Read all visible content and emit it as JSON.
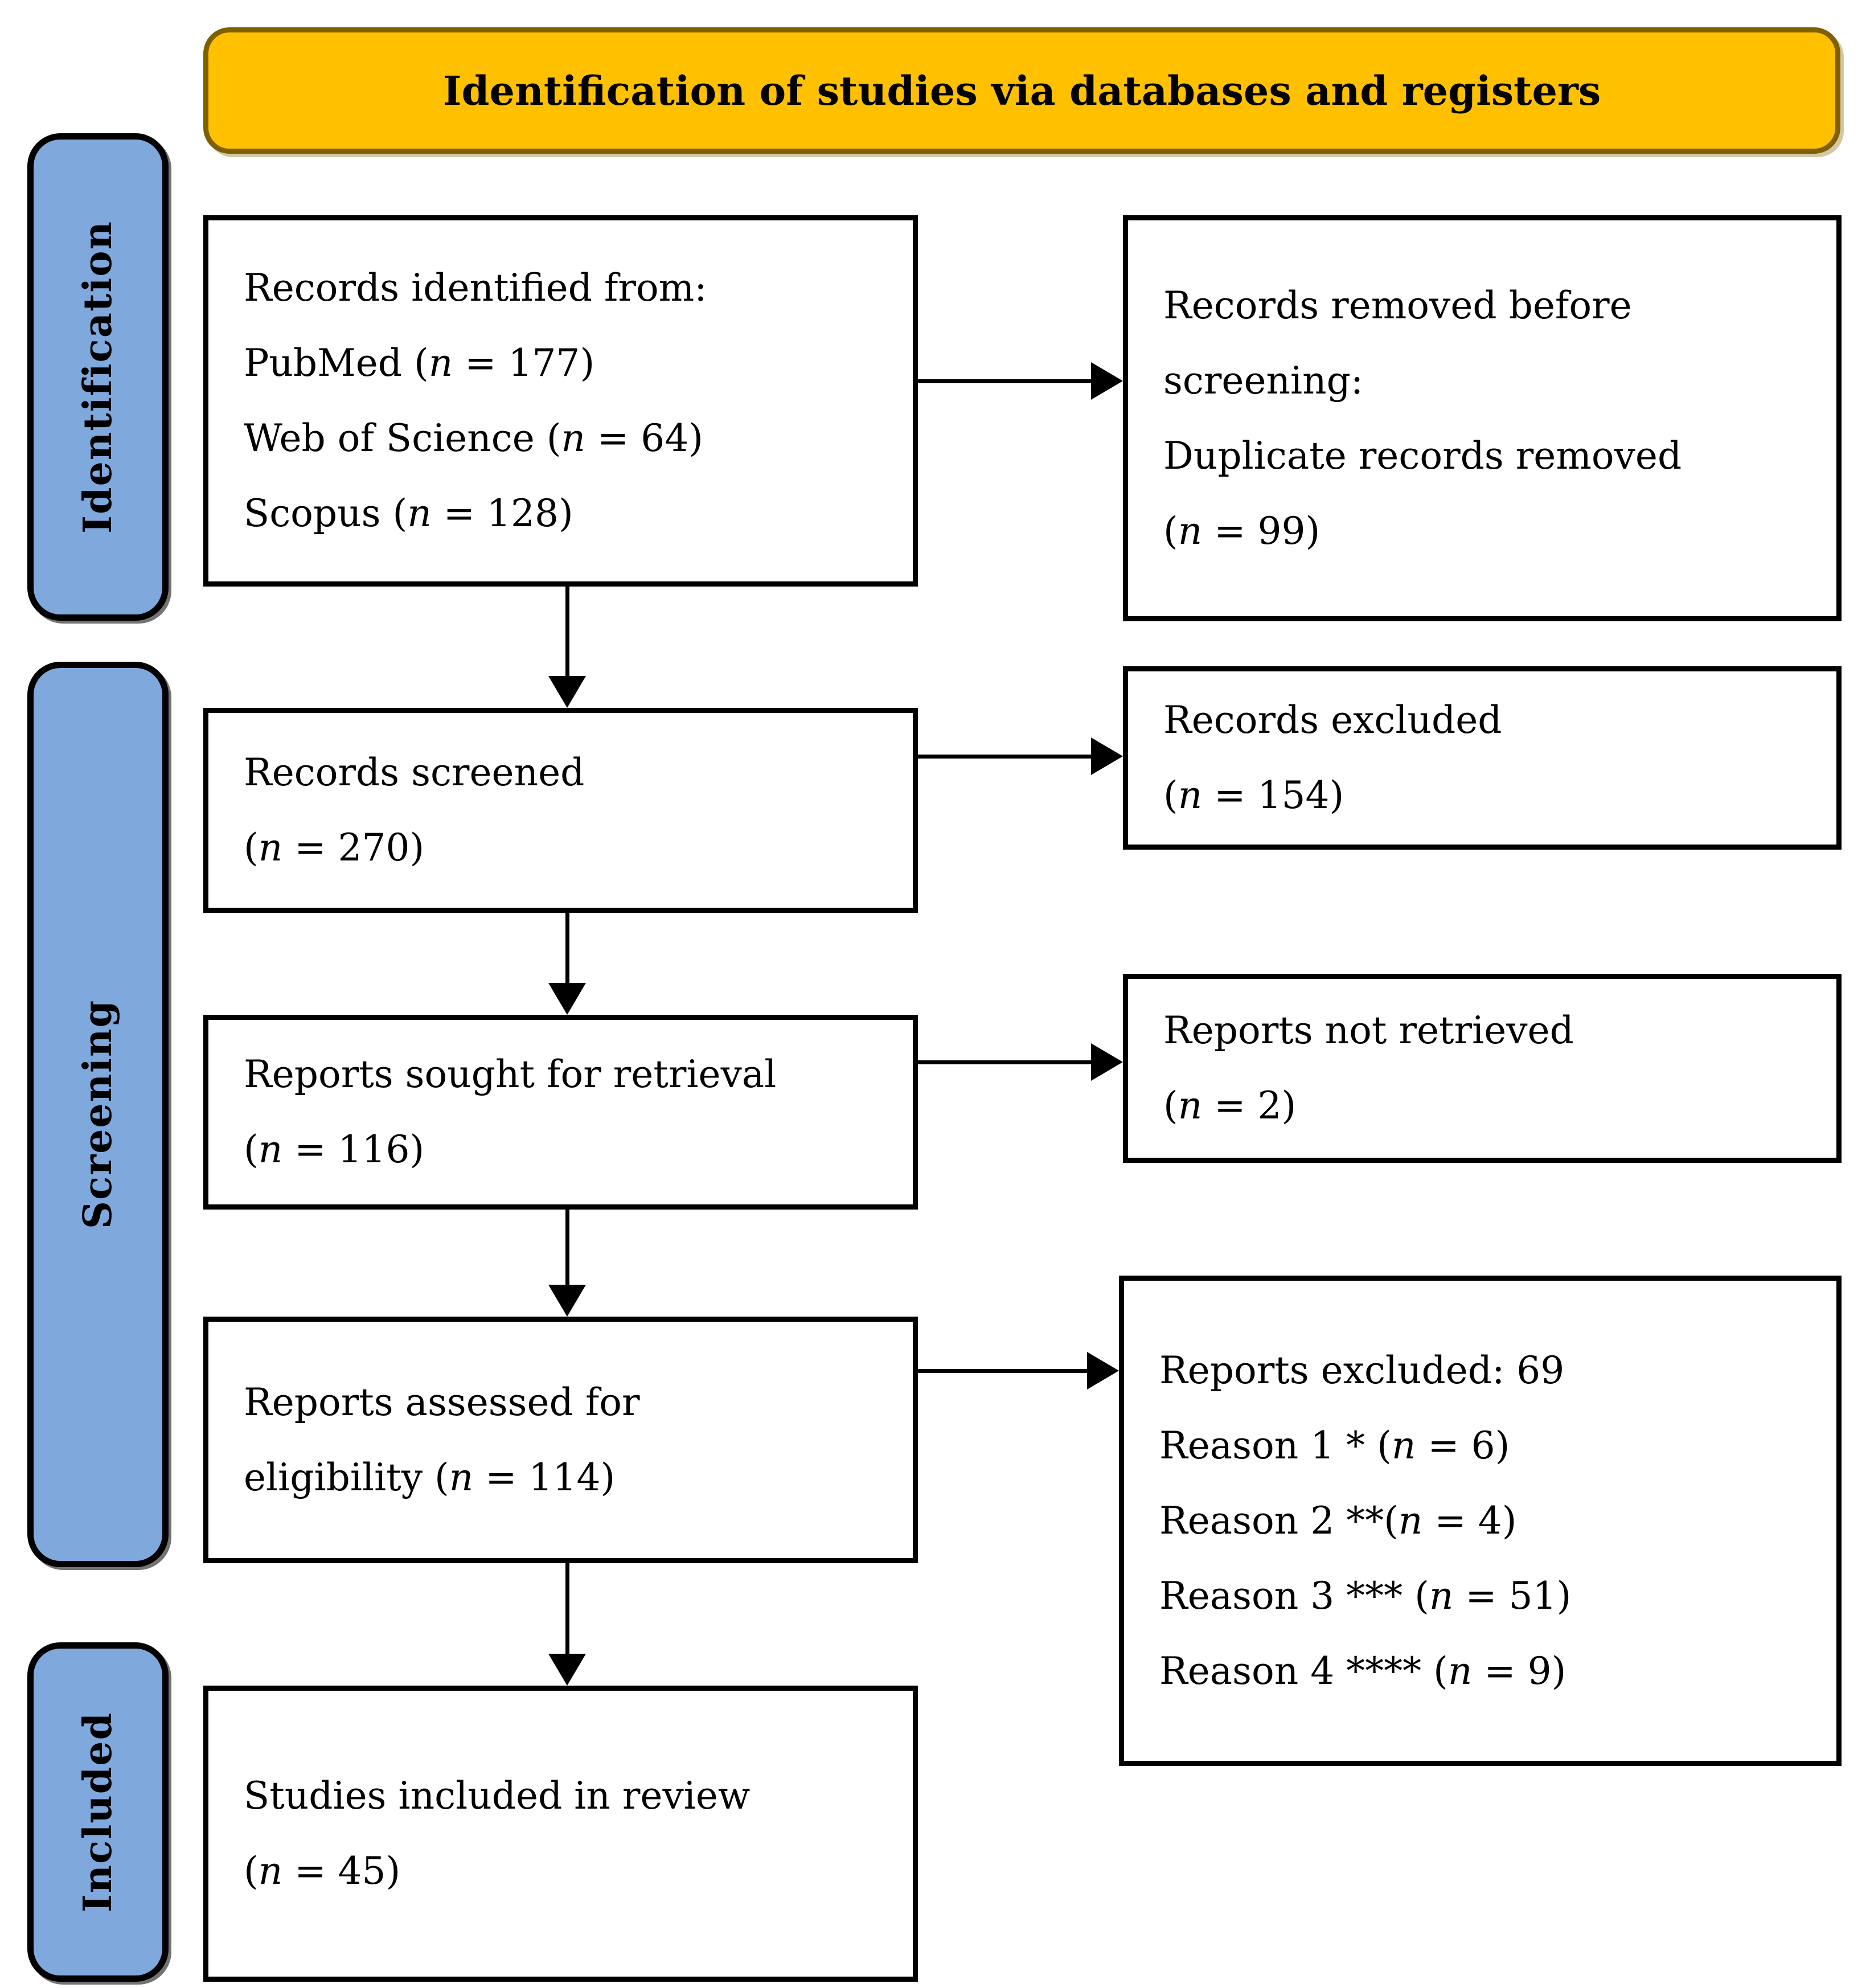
{
  "header": {
    "title": "Identification of studies via databases and registers",
    "fill_color": "#FFC000",
    "border_color": "#7F6000"
  },
  "stages": [
    {
      "label": "Identification",
      "fill_color": "#7FA8DC"
    },
    {
      "label": "Screening",
      "fill_color": "#7FA8DC"
    },
    {
      "label": "Included",
      "fill_color": "#7FA8DC"
    }
  ],
  "boxes": {
    "identified": {
      "lines": [
        "Records identified from:",
        "PubMed (n = 177)",
        "Web of Science (n = 64)",
        "Scopus (n = 128)"
      ]
    },
    "removed": {
      "lines": [
        "Records removed before",
        "screening:",
        "Duplicate records removed",
        "(n = 99)"
      ]
    },
    "screened": {
      "lines": [
        "Records screened",
        "(n = 270)"
      ]
    },
    "records_excluded": {
      "lines": [
        "Records excluded",
        "(n = 154)"
      ]
    },
    "sought": {
      "lines": [
        "Reports sought for retrieval",
        "(n = 116)"
      ]
    },
    "not_retrieved": {
      "lines": [
        "Reports not retrieved",
        "(n = 2)"
      ]
    },
    "assessed": {
      "lines": [
        "Reports assessed for",
        "eligibility (n = 114)"
      ]
    },
    "reports_excluded": {
      "lines": [
        "Reports excluded: 69",
        "Reason 1 * (n = 6)",
        "Reason 2 **(n = 4)",
        "Reason 3 *** (n = 51)",
        "Reason 4 **** (n = 9)"
      ]
    },
    "included": {
      "lines": [
        "Studies included in review",
        "(n = 45)"
      ]
    }
  }
}
